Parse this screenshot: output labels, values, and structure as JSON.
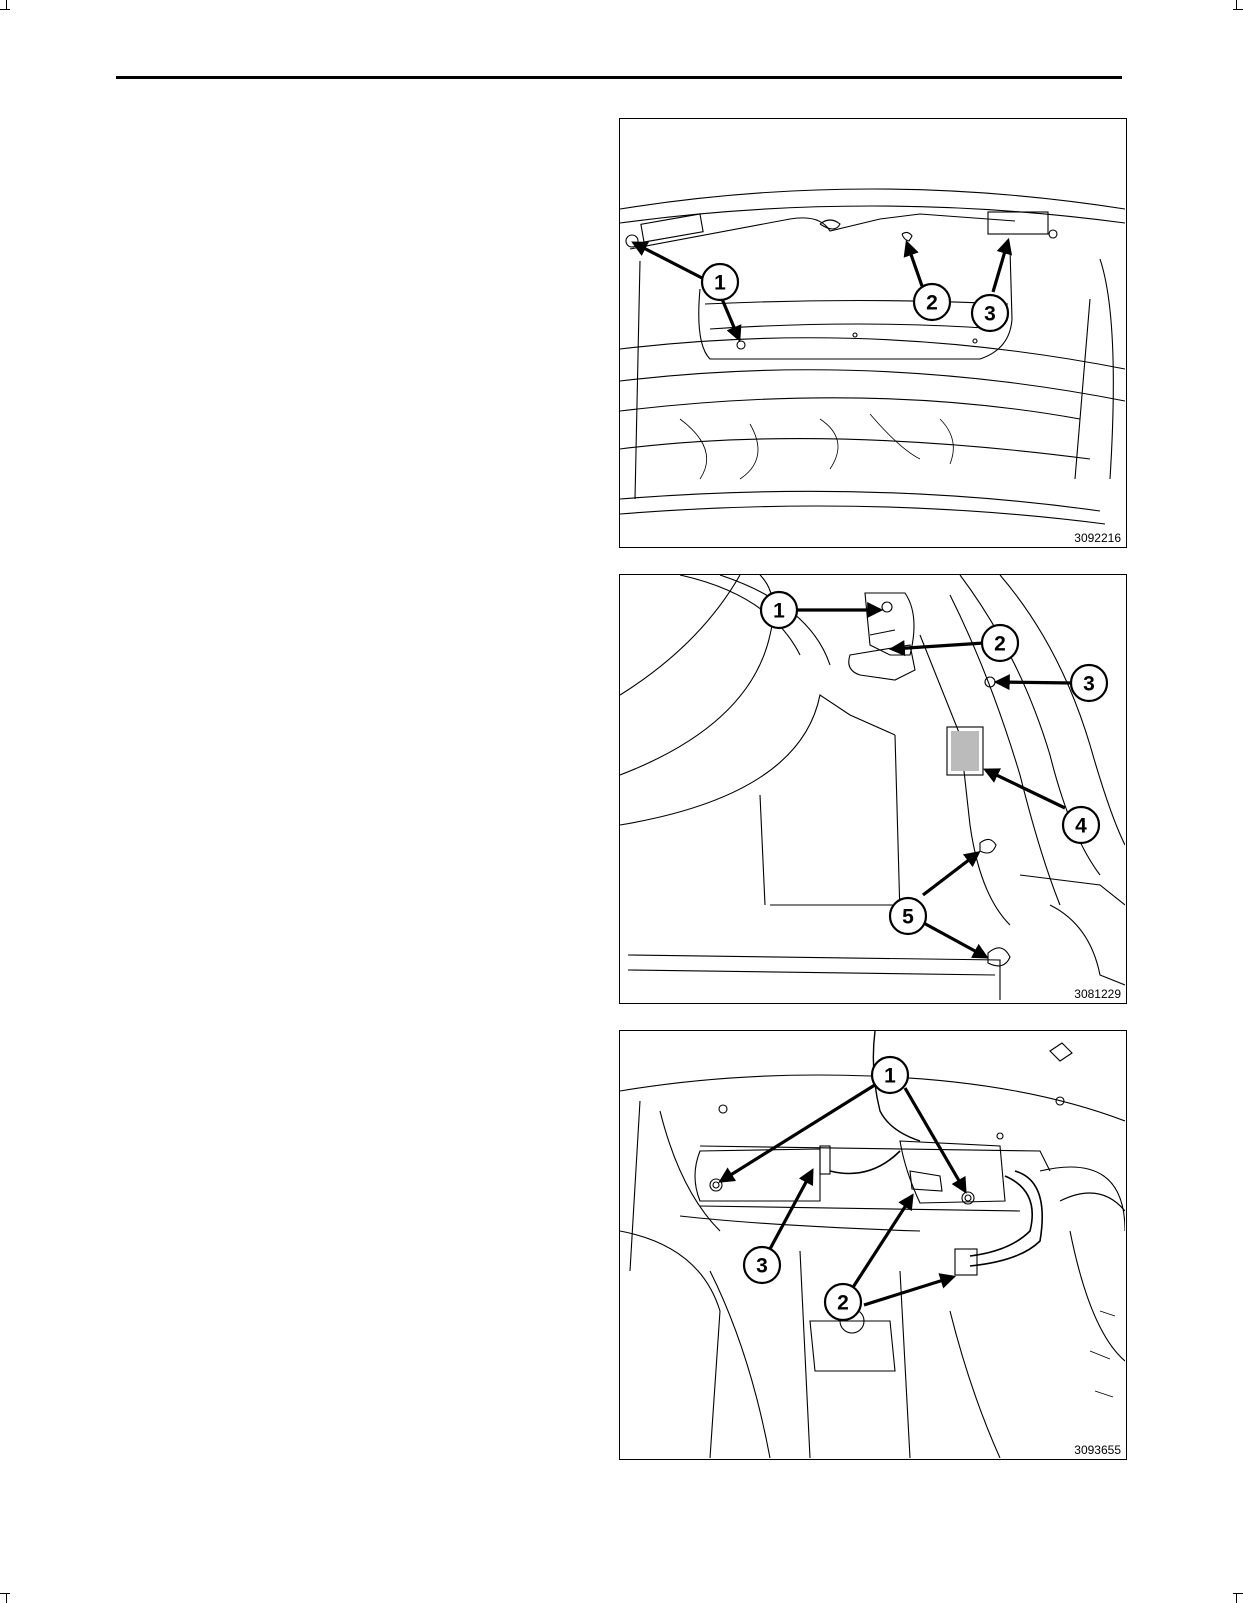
{
  "figures": [
    {
      "id": "3092216",
      "callouts": [
        "1",
        "2",
        "3"
      ]
    },
    {
      "id": "3081229",
      "callouts": [
        "1",
        "2",
        "3",
        "4",
        "5"
      ]
    },
    {
      "id": "3093655",
      "callouts": [
        "1",
        "2",
        "3"
      ]
    }
  ],
  "colors": {
    "ink": "#000000",
    "paper": "#ffffff"
  }
}
